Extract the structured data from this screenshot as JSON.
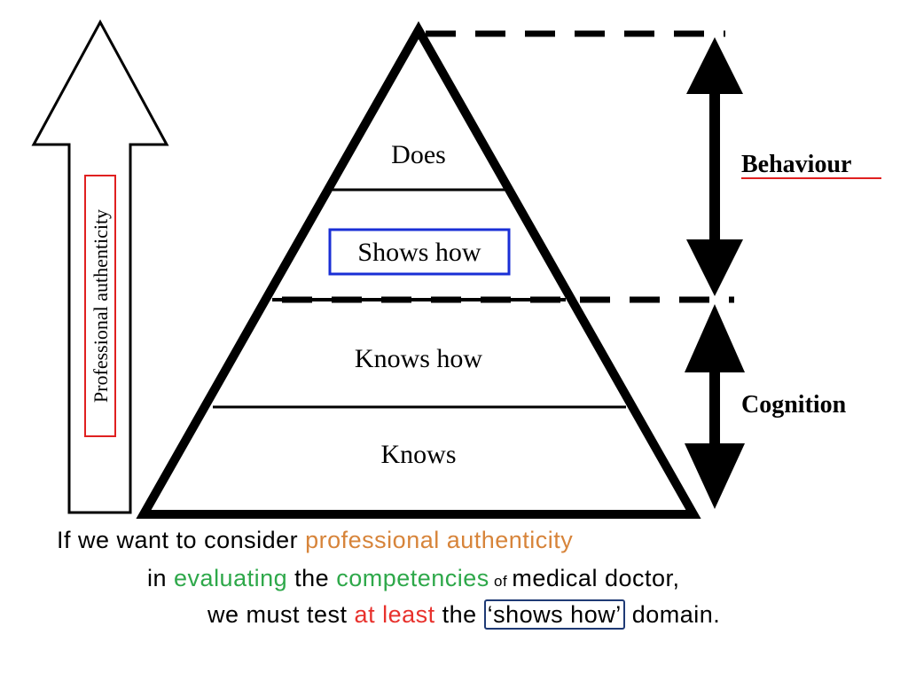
{
  "pyramid": {
    "levels": [
      "Does",
      "Shows how",
      "Knows how",
      "Knows"
    ],
    "highlighted_level": "Shows how",
    "highlight_color": "#1a2fd6"
  },
  "side_arrow": {
    "label": "Professional authenticity",
    "label_box_color": "#e02020"
  },
  "brackets": {
    "behaviour": "Behaviour",
    "behaviour_underline_color": "#e02020",
    "cognition": "Cognition"
  },
  "caption": {
    "line1": {
      "prefix": "If we want to consider ",
      "highlight": "professional authenticity"
    },
    "line2": {
      "w1": "in ",
      "w2": "evaluating",
      "w3": " the ",
      "w4": "competencies",
      "w5": " of ",
      "w6": "medical doctor,"
    },
    "line3": {
      "w1": "we must test ",
      "w2": "at least",
      "w3": " the ",
      "w4": "‘shows how’",
      "w5": " domain."
    },
    "colors": {
      "orange": "#d7843a",
      "green": "#2ea84a",
      "red": "#e8312c",
      "box": "#1f3a75"
    }
  }
}
